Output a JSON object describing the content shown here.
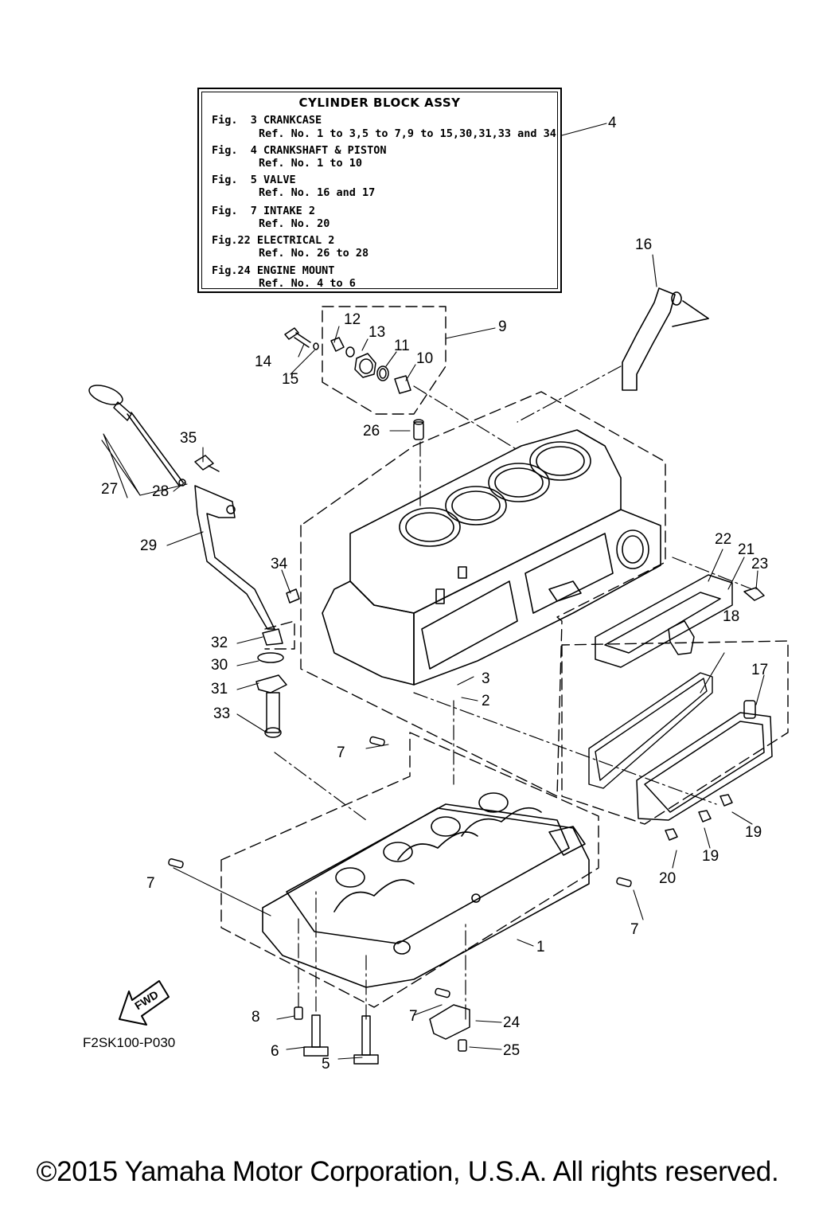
{
  "reference_box": {
    "title": "CYLINDER BLOCK ASSY",
    "entries": [
      {
        "fig": "Fig.  3 CRANKCASE",
        "ref": "Ref. No. 1 to 3,5 to 7,9 to 15,30,31,33 and 34"
      },
      {
        "fig": "Fig.  4 CRANKSHAFT & PISTON",
        "ref": "Ref. No. 1 to 10"
      },
      {
        "fig": "Fig.  5 VALVE",
        "ref": "Ref. No. 16 and 17"
      },
      {
        "fig": "Fig.  7 INTAKE 2",
        "ref": "Ref. No. 20"
      },
      {
        "fig": "Fig.22 ELECTRICAL 2",
        "ref": "Ref. No. 26 to 28"
      },
      {
        "fig": "Fig.24 ENGINE MOUNT",
        "ref": "Ref. No. 4 to 6"
      }
    ]
  },
  "callouts": {
    "n1": "1",
    "n2": "2",
    "n3": "3",
    "n4": "4",
    "n5": "5",
    "n6": "6",
    "n7a": "7",
    "n7b": "7",
    "n7c": "7",
    "n7d": "7",
    "n8": "8",
    "n9": "9",
    "n10": "10",
    "n11": "11",
    "n12": "12",
    "n13": "13",
    "n14": "14",
    "n15": "15",
    "n16": "16",
    "n17": "17",
    "n18": "18",
    "n19a": "19",
    "n19b": "19",
    "n20": "20",
    "n21": "21",
    "n22": "22",
    "n23": "23",
    "n24": "24",
    "n25": "25",
    "n26": "26",
    "n27": "27",
    "n28": "28",
    "n29": "29",
    "n30": "30",
    "n31": "31",
    "n32": "32",
    "n33": "33",
    "n34": "34",
    "n35": "35"
  },
  "fwd_arrow_text": "FWD",
  "diagram_code": "F2SK100-P030",
  "copyright": "©2015 Yamaha Motor Corporation, U.S.A. All rights reserved."
}
